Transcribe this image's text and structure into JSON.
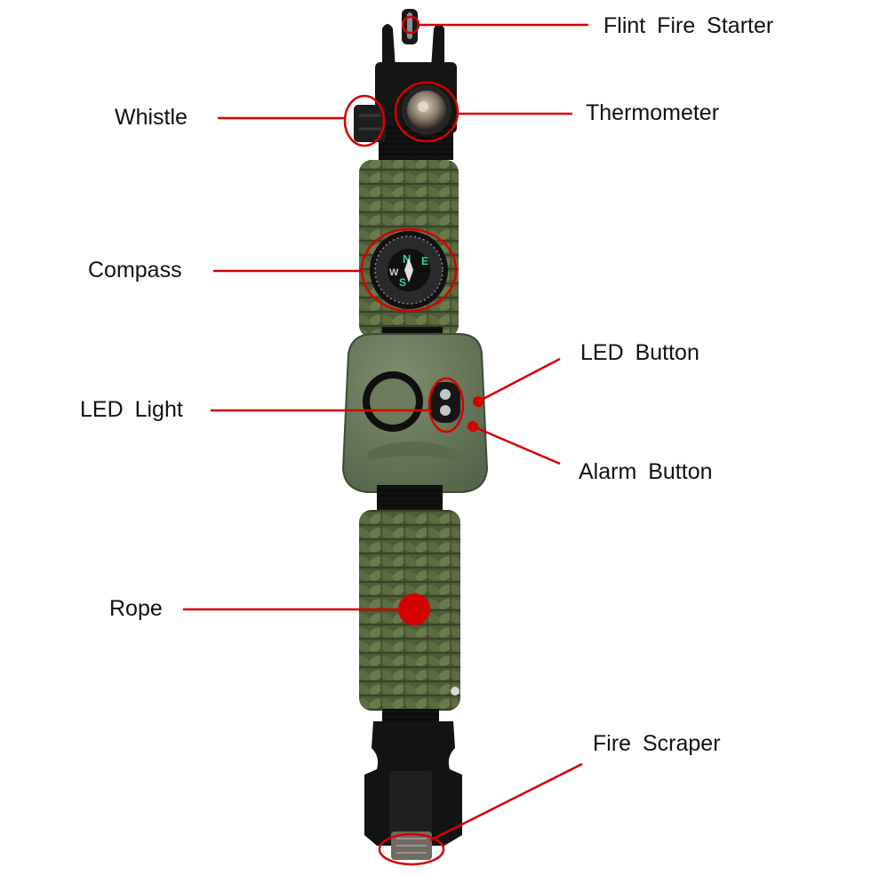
{
  "labels": {
    "flint_fire_starter": "Flint Fire Starter",
    "thermometer": "Thermometer",
    "whistle": "Whistle",
    "compass": "Compass",
    "led_button": "LED Button",
    "led_light": "LED Light",
    "alarm_button": "Alarm Button",
    "rope": "Rope",
    "fire_scraper": "Fire Scraper"
  },
  "compass_letters": {
    "n": "N",
    "s": "S",
    "e": "E",
    "w": "W"
  },
  "colors": {
    "callout_red": "#d50000",
    "paracord_green": "#56653d",
    "paracord_dark": "#38452a",
    "buckle_black": "#141414",
    "module_green": "#67775a"
  },
  "icons": [
    "whistle-icon",
    "thermometer-icon",
    "compass-icon",
    "led-light-icon",
    "fire-scraper-icon",
    "buckle-icon"
  ]
}
